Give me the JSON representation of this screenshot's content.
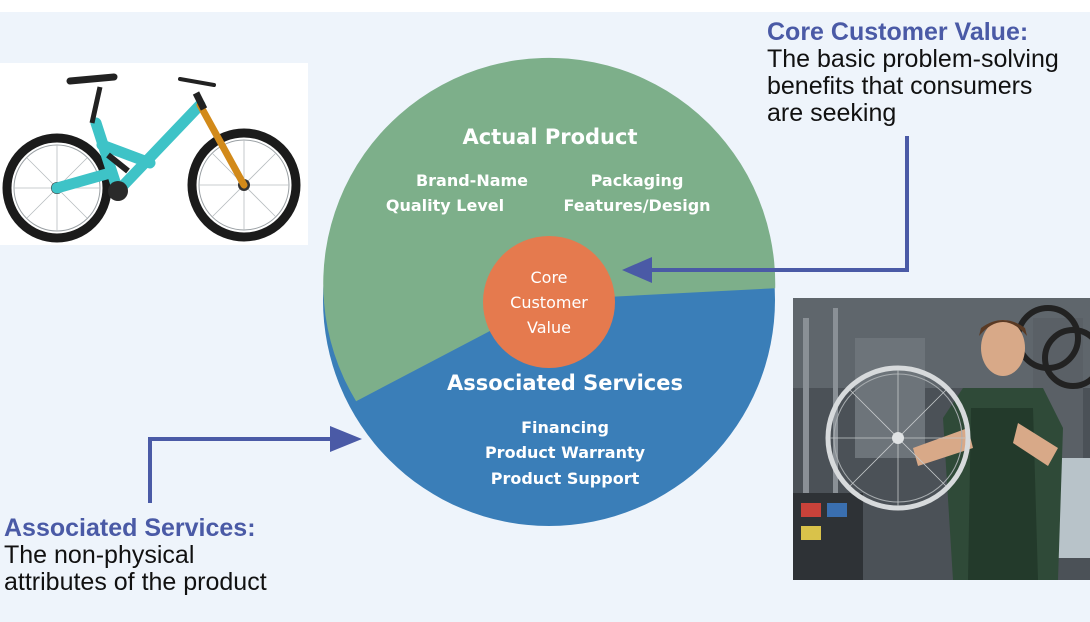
{
  "diagram": {
    "actual_product": {
      "title": "Actual Product",
      "items": [
        "Brand-Name",
        "Quality Level",
        "Packaging",
        "Features/Design"
      ]
    },
    "core": {
      "lines": [
        "Core",
        "Customer",
        "Value"
      ]
    },
    "associated_services": {
      "title": "Associated Services",
      "items": [
        "Financing",
        "Product Warranty",
        "Product Support"
      ]
    }
  },
  "callouts": {
    "core_value": {
      "heading": "Core Customer Value:",
      "description": "The basic problem-solving\nbenefits that consumers\nare seeking"
    },
    "associated_services": {
      "heading": "Associated Services:",
      "description": "The non-physical\nattributes of the product"
    }
  },
  "colors": {
    "actual_product": "#7daf8a",
    "associated_services": "#3a7eb8",
    "core": "#e57a4e",
    "arrow": "#4a5aa6",
    "callout_heading": "#4a5aa6"
  },
  "images": {
    "bike": "teal-mountain-bike-photo",
    "mechanic": "bike-mechanic-truing-wheel-photo"
  }
}
